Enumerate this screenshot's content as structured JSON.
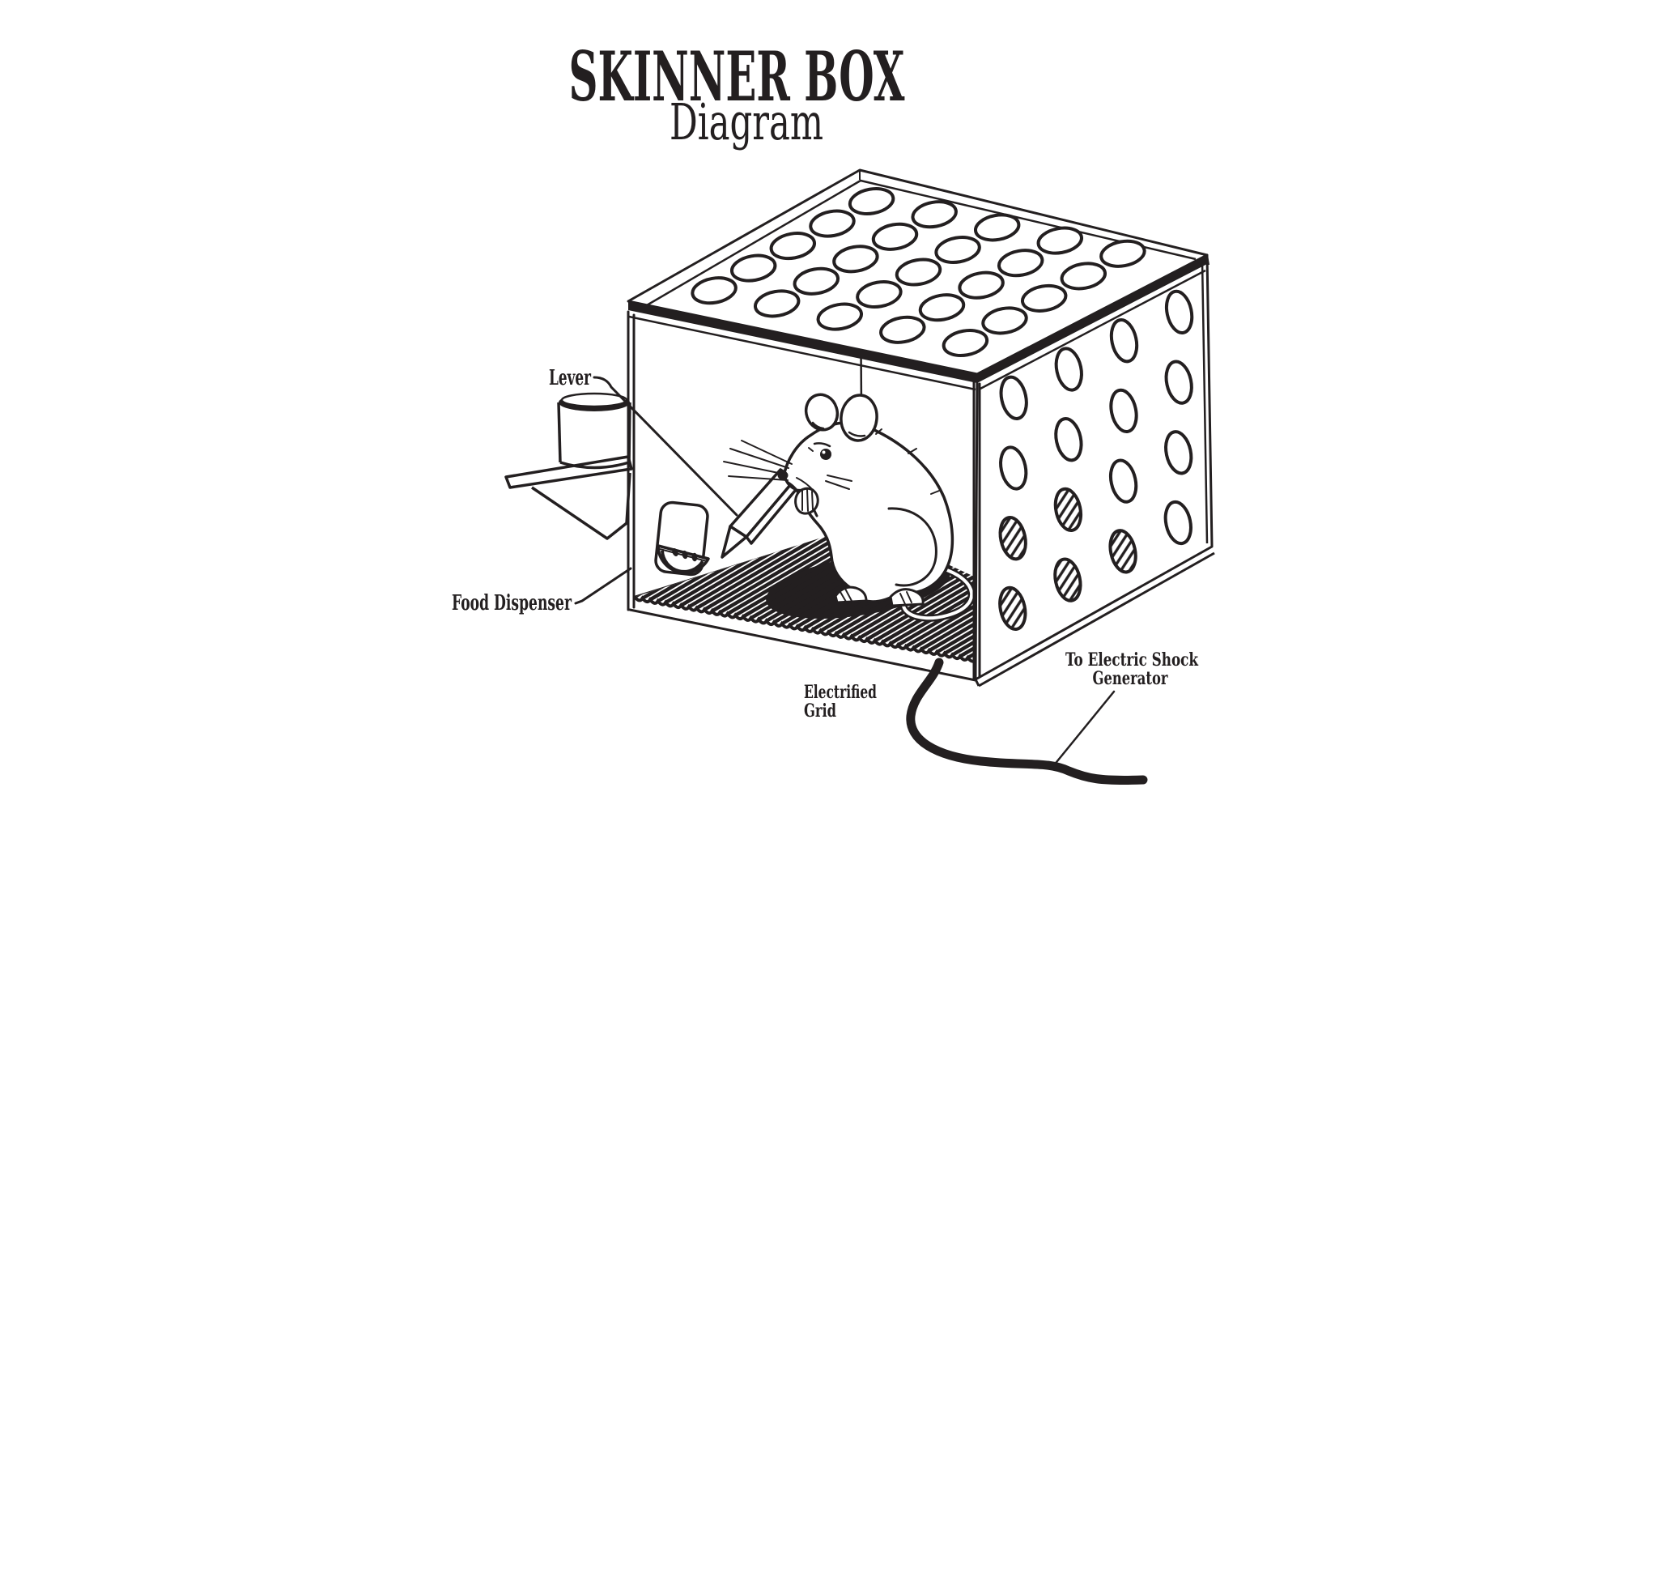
{
  "title": {
    "main": "SKINNER BOX",
    "subtitle": "Diagram"
  },
  "labels": {
    "lever": "Lever",
    "food_dispenser": "Food Dispenser",
    "electrified_grid_line1": "Electrified",
    "electrified_grid_line2": "Grid",
    "shock_line1": "To Electric Shock",
    "shock_line2": "Generator"
  },
  "colors": {
    "ink": "#231f20",
    "background": "#ffffff"
  },
  "figure": {
    "top_hole_rows": 5,
    "top_hole_cols": 5,
    "side_hole_rows": 4,
    "side_hole_cols": 4,
    "hatched_side_holes": 5,
    "grid_rod_count": 44
  }
}
